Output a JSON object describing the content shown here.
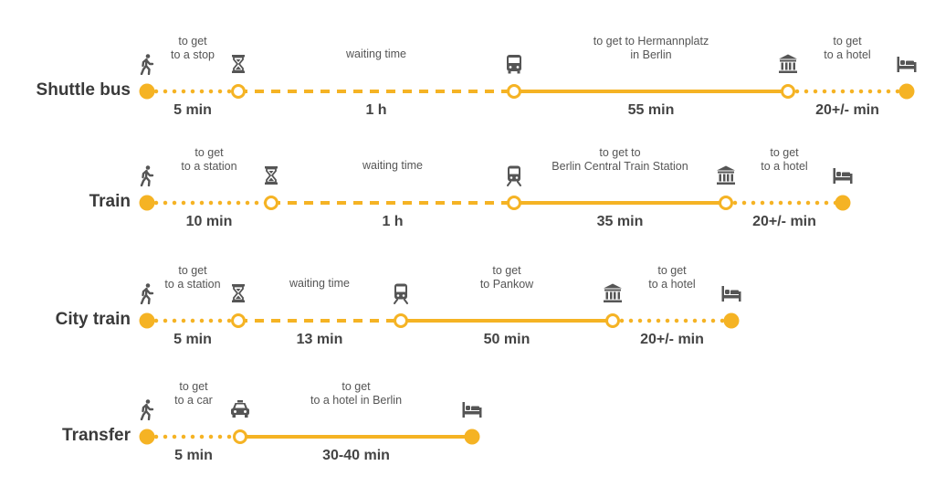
{
  "colors": {
    "accent": "#f5b324",
    "icon": "#555555",
    "text": "#444444",
    "bg": "#ffffff"
  },
  "routes": [
    {
      "name": "Shuttle bus",
      "stops": [
        {
          "kind": "start",
          "icon": "walk-icon"
        },
        {
          "kind": "ring",
          "icon": "hourglass-icon"
        },
        {
          "kind": "ring",
          "icon": "bus-icon"
        },
        {
          "kind": "ring",
          "icon": "building-icon"
        },
        {
          "kind": "end",
          "icon": "bed-icon"
        }
      ],
      "segments": [
        {
          "style": "dotted",
          "desc": "to get\nto a stop",
          "time": "5 min"
        },
        {
          "style": "dashed",
          "desc": "waiting time",
          "time": "1 h"
        },
        {
          "style": "solid",
          "desc": "to get to Hermannplatz\nin Berlin",
          "time": "55 min"
        },
        {
          "style": "dotted",
          "desc": "to get\nto a hotel",
          "time": "20+/- min"
        }
      ]
    },
    {
      "name": "Train",
      "stops": [
        {
          "kind": "start",
          "icon": "walk-icon"
        },
        {
          "kind": "ring",
          "icon": "hourglass-icon"
        },
        {
          "kind": "ring",
          "icon": "train-icon"
        },
        {
          "kind": "ring",
          "icon": "building-icon"
        },
        {
          "kind": "end",
          "icon": "bed-icon"
        }
      ],
      "segments": [
        {
          "style": "dotted",
          "desc": "to get\nto a station",
          "time": "10 min"
        },
        {
          "style": "dashed",
          "desc": "waiting time",
          "time": "1 h"
        },
        {
          "style": "solid",
          "desc": "to get to\nBerlin Central Train Station",
          "time": "35 min"
        },
        {
          "style": "dotted",
          "desc": "to get\nto a hotel",
          "time": "20+/- min"
        }
      ]
    },
    {
      "name": "City train",
      "stops": [
        {
          "kind": "start",
          "icon": "walk-icon"
        },
        {
          "kind": "ring",
          "icon": "hourglass-icon"
        },
        {
          "kind": "ring",
          "icon": "train-icon"
        },
        {
          "kind": "ring",
          "icon": "building-icon"
        },
        {
          "kind": "end",
          "icon": "bed-icon"
        }
      ],
      "segments": [
        {
          "style": "dotted",
          "desc": "to get\nto a station",
          "time": "5 min"
        },
        {
          "style": "dashed",
          "desc": "waiting time",
          "time": "13 min"
        },
        {
          "style": "solid",
          "desc": "to get\nto Pankow",
          "time": "50 min"
        },
        {
          "style": "dotted",
          "desc": "to get\nto a hotel",
          "time": "20+/- min"
        }
      ]
    },
    {
      "name": "Transfer",
      "stops": [
        {
          "kind": "start",
          "icon": "walk-icon"
        },
        {
          "kind": "ring",
          "icon": "taxi-icon"
        },
        {
          "kind": "end",
          "icon": "bed-icon"
        }
      ],
      "segments": [
        {
          "style": "dotted",
          "desc": "to get\nto a car",
          "time": "5 min"
        },
        {
          "style": "solid",
          "desc": "to get\nto a hotel in Berlin",
          "time": "30-40 min"
        }
      ]
    }
  ]
}
